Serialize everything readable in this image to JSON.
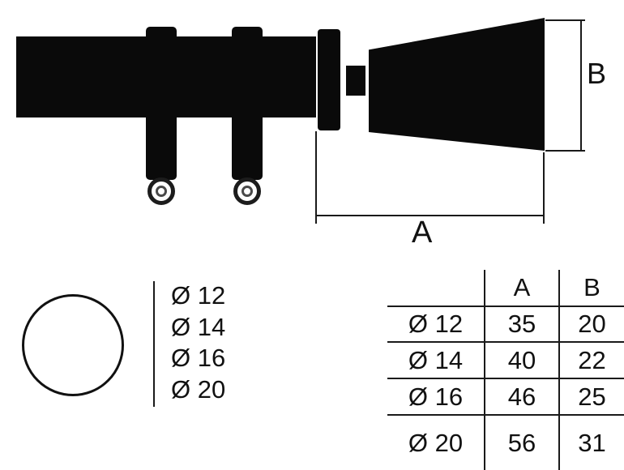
{
  "diagram": {
    "dim_a_label": "A",
    "dim_b_label": "B"
  },
  "diameter_options": [
    "Ø 12",
    "Ø 14",
    "Ø 16",
    "Ø 20"
  ],
  "table": {
    "headers": [
      "",
      "A",
      "B"
    ],
    "rows": [
      {
        "label": "Ø 12",
        "a": "35",
        "b": "20"
      },
      {
        "label": "Ø 14",
        "a": "40",
        "b": "22"
      },
      {
        "label": "Ø 16",
        "a": "46",
        "b": "25"
      },
      {
        "label": "Ø 20",
        "a": "56",
        "b": "31"
      }
    ]
  },
  "colors": {
    "ink": "#0a0a0a",
    "line": "#1a1a1a",
    "background": "#ffffff"
  }
}
